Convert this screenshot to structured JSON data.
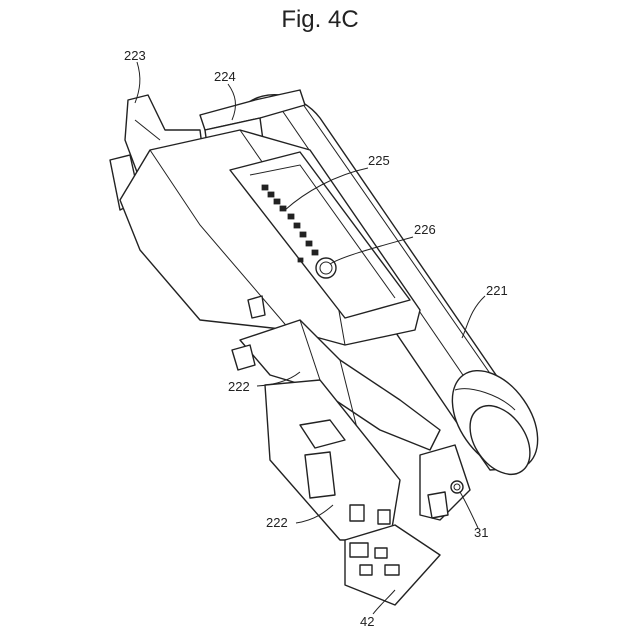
{
  "figure": {
    "title": "Fig. 4C",
    "labels": {
      "l223": "223",
      "l224": "224",
      "l225": "225",
      "l226": "226",
      "l221": "221",
      "l222a": "222",
      "l222b": "222",
      "l31": "31",
      "l42": "42"
    }
  }
}
